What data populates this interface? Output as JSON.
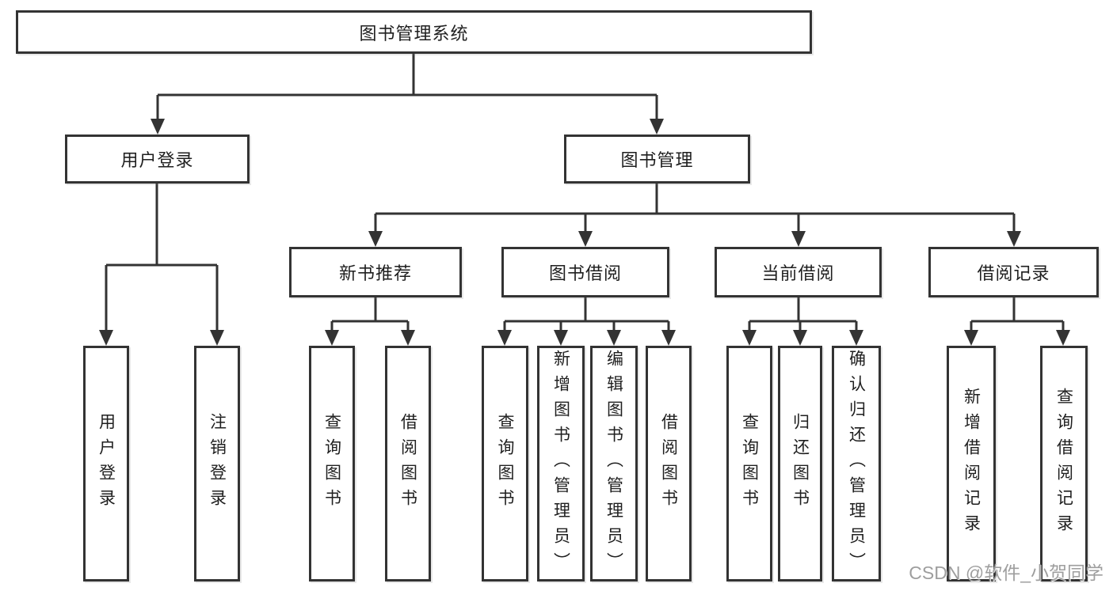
{
  "diagram": {
    "root": {
      "label": "图书管理系统",
      "children": [
        {
          "label": "用户登录",
          "children": [
            {
              "label": "用户登录"
            },
            {
              "label": "注销登录"
            }
          ]
        },
        {
          "label": "图书管理",
          "children": [
            {
              "label": "新书推荐",
              "children": [
                {
                  "label": "查询图书"
                },
                {
                  "label": "借阅图书"
                }
              ]
            },
            {
              "label": "图书借阅",
              "children": [
                {
                  "label": "查询图书"
                },
                {
                  "label": "新增图书（管理员）"
                },
                {
                  "label": "编辑图书（管理员）"
                },
                {
                  "label": "借阅图书"
                }
              ]
            },
            {
              "label": "当前借阅",
              "children": [
                {
                  "label": "查询图书"
                },
                {
                  "label": "归还图书"
                },
                {
                  "label": "确认归还（管理员）"
                }
              ]
            },
            {
              "label": "借阅记录",
              "children": [
                {
                  "label": "新增借阅记录"
                },
                {
                  "label": "查询借阅记录"
                }
              ]
            }
          ]
        }
      ]
    }
  },
  "watermark": {
    "text": "CSDN @软件_小贺同学",
    "color": "#9e9e9e"
  },
  "colors": {
    "line": "#333333",
    "box_border": "#333333",
    "text": "#1f1f1f",
    "background": "#ffffff"
  }
}
